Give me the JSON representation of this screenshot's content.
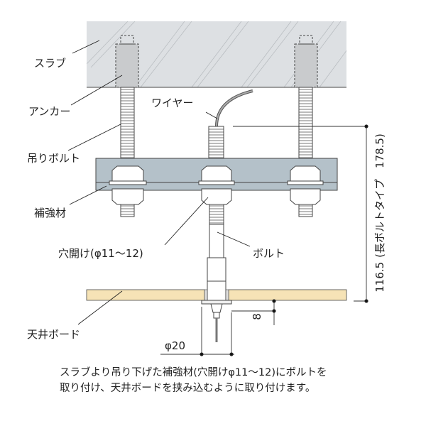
{
  "labels": {
    "slab": "スラブ",
    "anchor": "アンカー",
    "hanging_bolt": "吊りボルト",
    "reinforcement": "補強材",
    "hole": "穴開け(φ11〜12)",
    "bolt": "ボルト",
    "wire": "ワイヤー",
    "ceiling_board": "天井ボード"
  },
  "dimensions": {
    "height": "116.5",
    "height_long": "(長ボルトタイプ　178.5)",
    "protrusion": "8",
    "diameter": "φ20"
  },
  "caption": {
    "line1": "スラブより吊り下げた補強材(穴開けφ11〜12)にボルトを",
    "line2": "取り付け、天井ボードを挟み込むように取り付けます。"
  },
  "colors": {
    "slab": "#dde0e3",
    "plate": "#b4c1c9",
    "board": "#f6e3b6",
    "anchor": "#c9cbcd"
  }
}
